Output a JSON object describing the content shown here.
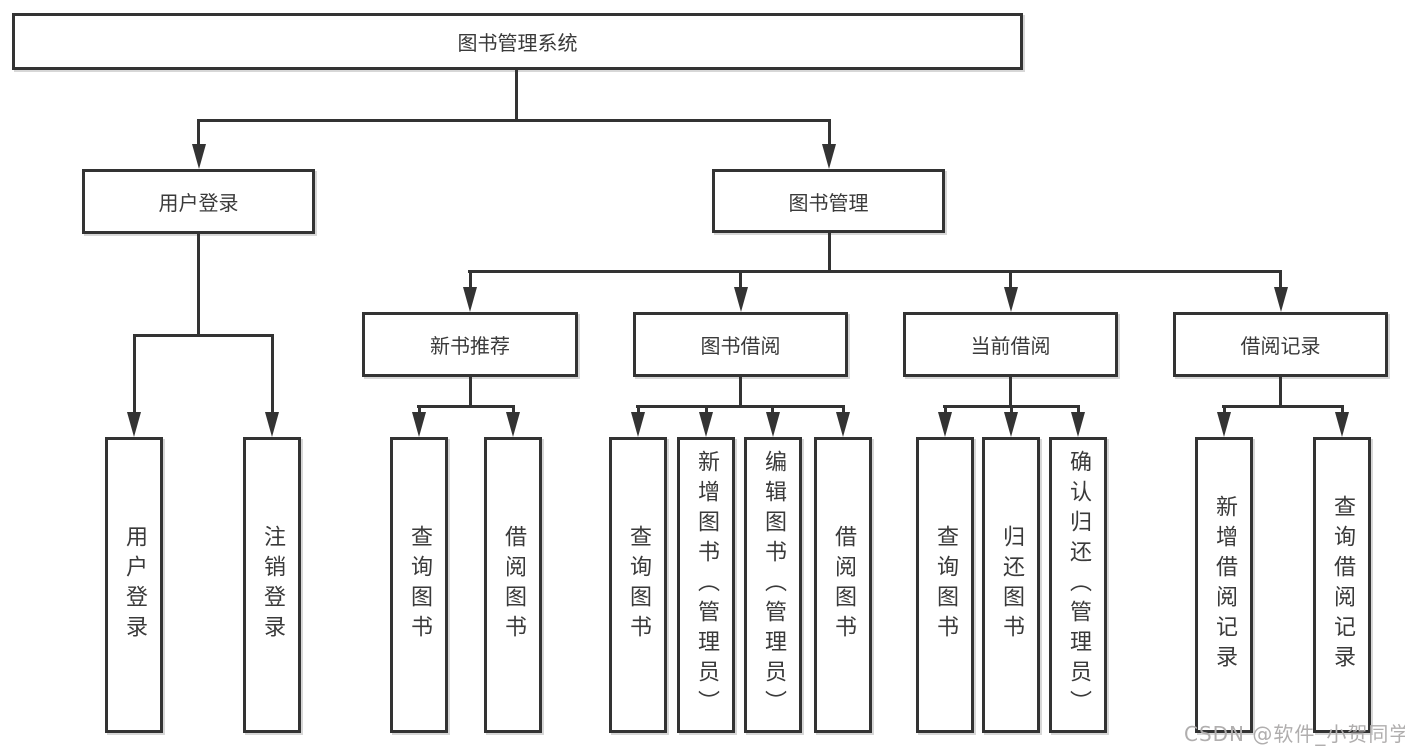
{
  "colors": {
    "line": "#333333",
    "text": "#3a3a3a",
    "watermark": "#b0aeae",
    "background": "#ffffff"
  },
  "watermark": "CSDN @软件_小贺同学",
  "tree": {
    "root": {
      "label": "图书管理系统"
    },
    "level2": [
      {
        "label": "用户登录"
      },
      {
        "label": "图书管理"
      }
    ],
    "level3": [
      {
        "label": "新书推荐"
      },
      {
        "label": "图书借阅"
      },
      {
        "label": "当前借阅"
      },
      {
        "label": "借阅记录"
      }
    ],
    "leaves": {
      "user_login": [
        "用户登录",
        "注销登录"
      ],
      "new_book_recommend": [
        "查询图书",
        "借阅图书"
      ],
      "book_borrowing": [
        "查询图书",
        "新增图书（管理员）",
        "编辑图书（管理员）",
        "借阅图书"
      ],
      "current_borrowing": [
        "查询图书",
        "归还图书",
        "确认归还（管理员）"
      ],
      "borrowing_records": [
        "新增借阅记录",
        "查询借阅记录"
      ]
    }
  }
}
